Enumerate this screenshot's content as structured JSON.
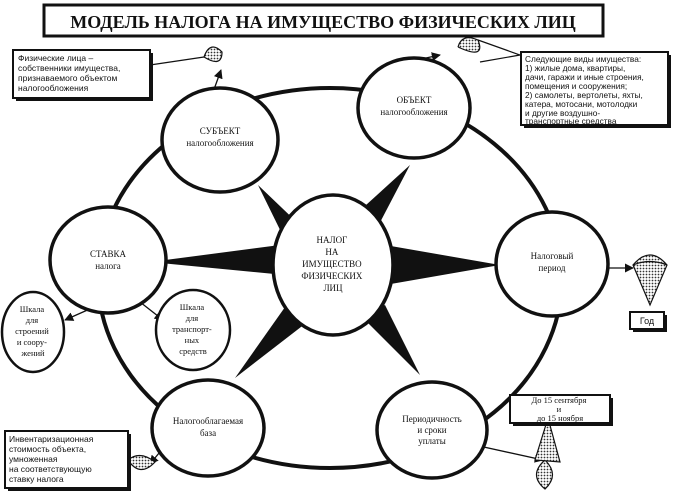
{
  "title": "МОДЕЛЬ НАЛОГА НА ИМУЩЕСТВО ФИЗИЧЕСКИХ ЛИЦ",
  "center": {
    "lines": [
      "НАЛОГ",
      "НА",
      "ИМУЩЕСТВО",
      "ФИЗИЧЕСКИХ",
      "ЛИЦ"
    ]
  },
  "nodes": {
    "subject": {
      "lines": [
        "СУБЪЕКТ",
        "налогообложения"
      ]
    },
    "object": {
      "lines": [
        "ОБЪЕКТ",
        "налогообложения"
      ]
    },
    "rate": {
      "lines": [
        "СТАВКА",
        "налога"
      ]
    },
    "period": {
      "lines": [
        "Налоговый",
        "период"
      ]
    },
    "base": {
      "lines": [
        "Налогооблагаемая",
        "база"
      ]
    },
    "payment": {
      "lines": [
        "Периодичность",
        "и сроки",
        "уплаты"
      ]
    }
  },
  "boxes": {
    "subject_info": {
      "lines": [
        "Физические лица –",
        "собственники имущества,",
        "признаваемого объектом",
        "налогообложения"
      ]
    },
    "object_info": {
      "lines": [
        "Следующие виды имущества:",
        "1) жилые дома, квартиры,",
        "дачи, гаражи и иные строения,",
        "помещения и сооружения;",
        "2) самолеты, вертолеты, яхты,",
        "катера, мотосани, мотолодки",
        "и  другие воздушно-",
        "транспортные  средства"
      ]
    },
    "period_info": {
      "lines": [
        "Год"
      ]
    },
    "payment_info": {
      "lines": [
        "До 15 сентября",
        "и",
        "до 15 ноября"
      ]
    },
    "base_info": {
      "lines": [
        "Инвентаризационная",
        "стоимость объекта,",
        "умноженная",
        "на соответствующую",
        "ставку налога"
      ]
    }
  },
  "scales": {
    "buildings": {
      "lines": [
        "Шкала",
        "для",
        "строений",
        "и соору-",
        "жений"
      ]
    },
    "transport": {
      "lines": [
        "Шкала",
        "для",
        "транспорт-",
        "ных",
        "средств"
      ]
    }
  }
}
